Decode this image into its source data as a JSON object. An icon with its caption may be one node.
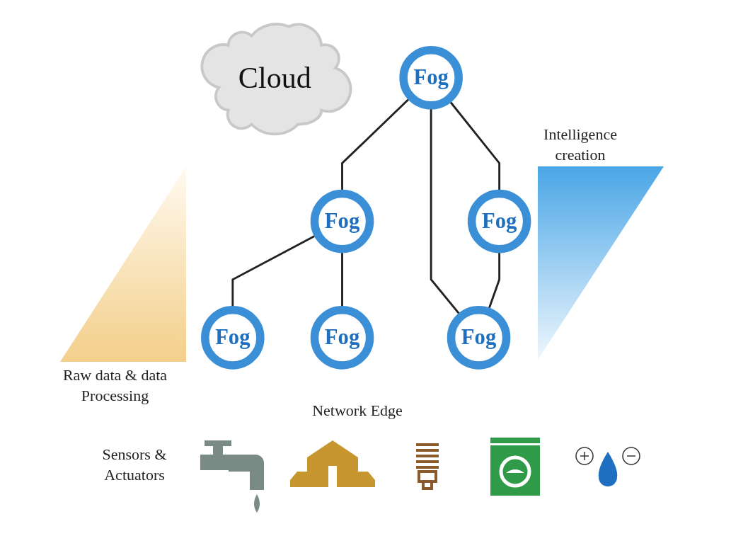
{
  "diagram": {
    "nodes": [
      {
        "text": [
          "Cloud"
        ]
      },
      {
        "text": [
          "Fog"
        ]
      },
      {
        "text": [
          "Fog"
        ]
      },
      {
        "text": [
          "Fog"
        ]
      },
      {
        "text": [
          "Fog"
        ]
      },
      {
        "text": [
          "Fog"
        ]
      },
      {
        "text": [
          "Fog"
        ]
      }
    ],
    "edges": [
      {
        "from": 1,
        "to": 2,
        "arrow": "none"
      },
      {
        "from": 1,
        "to": 5,
        "arrow": "none"
      },
      {
        "from": 1,
        "to": 6,
        "arrow": "none"
      },
      {
        "from": 2,
        "to": 3,
        "arrow": "none"
      },
      {
        "from": 2,
        "to": 4,
        "arrow": "none"
      },
      {
        "from": 5,
        "to": 6,
        "arrow": "none"
      }
    ],
    "labels": [
      "Intelligence creation",
      "Raw data & data Processing",
      "Network Edge",
      "Sensors & Actuators"
    ]
  }
}
